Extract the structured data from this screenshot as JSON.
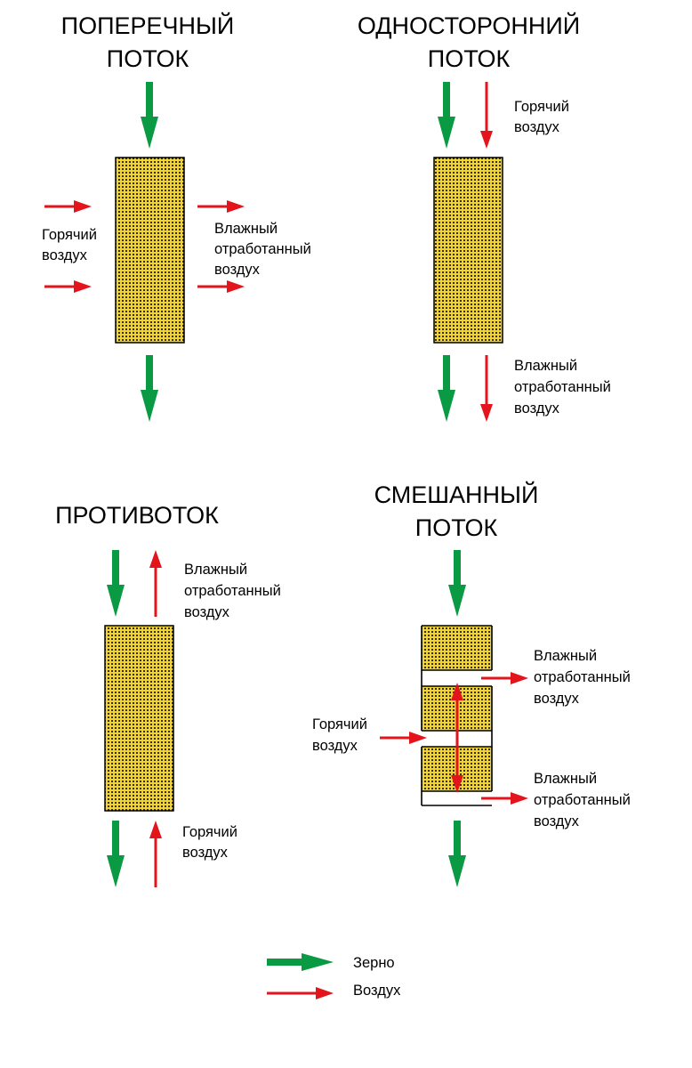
{
  "colors": {
    "grain": "#0a9a44",
    "air": "#e3141b",
    "fill": "#f2d431",
    "outline": "#000000"
  },
  "panels": {
    "cross": {
      "title": [
        "ПОПЕРЕЧНЫЙ",
        "ПОТОК"
      ],
      "hot_air": [
        "Горячий",
        "воздух"
      ],
      "exhaust": [
        "Влажный",
        "отработанный",
        "воздух"
      ]
    },
    "concurrent": {
      "title": [
        "ОДНОСТОРОННИЙ",
        "ПОТОК"
      ],
      "hot_air": [
        "Горячий",
        "воздух"
      ],
      "exhaust": [
        "Влажный",
        "отработанный",
        "воздух"
      ]
    },
    "counter": {
      "title": [
        "ПРОТИВОТОК"
      ],
      "exhaust": [
        "Влажный",
        "отработанный",
        "воздух"
      ],
      "hot_air": [
        "Горячий",
        "воздух"
      ]
    },
    "mixed": {
      "title": [
        "СМЕШАННЫЙ",
        "ПОТОК"
      ],
      "exhaust_top": [
        "Влажный",
        "отработанный",
        "воздух"
      ],
      "hot_air": [
        "Горячий",
        "воздух"
      ],
      "exhaust_bottom": [
        "Влажный",
        "отработанный",
        "воздух"
      ]
    }
  },
  "legend": {
    "grain": "Зерно",
    "air": "Воздух"
  }
}
